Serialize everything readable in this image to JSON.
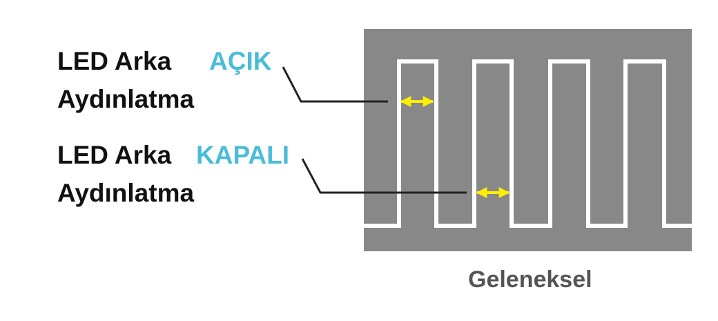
{
  "labels": {
    "on": {
      "line1": "LED Arka",
      "line2": "Aydınlatma",
      "state": "AÇIK"
    },
    "off": {
      "line1": "LED Arka",
      "line2": "Aydınlatma",
      "state": "KAPALI"
    }
  },
  "caption": "Geleneksel",
  "colors": {
    "panel": "#888888",
    "wave": "#ffffff",
    "arrow": "#ffee00",
    "state_text": "#4bbcd8",
    "label_text": "#111111",
    "caption_text": "#555555",
    "leader_line": "#222222"
  }
}
